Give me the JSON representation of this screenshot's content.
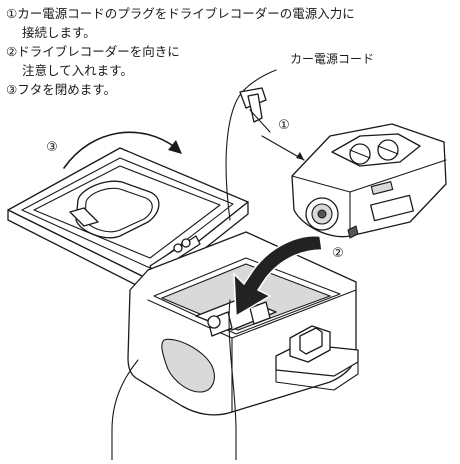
{
  "instructions": {
    "step1_line1": "①カー電源コードのプラグをドライブレコーダーの電源入力に",
    "step1_line2": "接続します。",
    "step2_line1": "②ドライブレコーダーを向きに",
    "step2_line2": "注意して入れます。",
    "step3": "③フタを閉めます。"
  },
  "callouts": {
    "cord_label": "カー電源コード",
    "marker1": "①",
    "marker2": "②",
    "marker3": "③"
  },
  "icons": {
    "curved_arrow_lid": "curved-arrow-icon",
    "insert_arrow": "insert-arrow-icon",
    "connect_arrow": "arrow-icon"
  }
}
